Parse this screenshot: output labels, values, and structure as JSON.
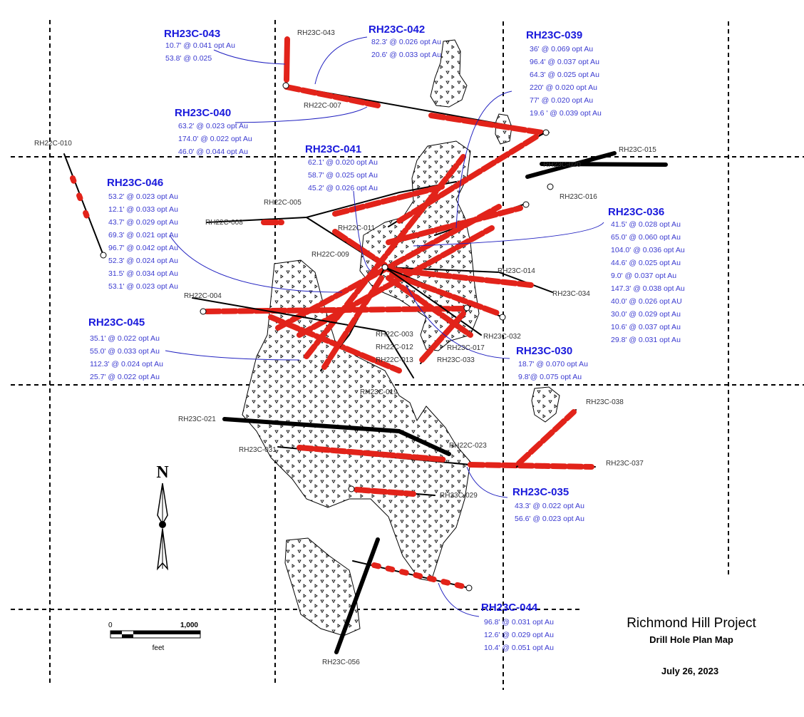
{
  "title": {
    "project": "Richmond Hill Project",
    "subtitle": "Drill Hole Plan Map",
    "date": "July 26, 2023"
  },
  "north_arrow": {
    "label": "N"
  },
  "scale_bar": {
    "start": "0",
    "end": "1,000",
    "unit": "feet"
  },
  "colors": {
    "intercept": "#e2231a",
    "callout": "#1a1adc",
    "trace": "#000000"
  },
  "callouts": {
    "c043": {
      "hole": "RH23C-043",
      "lines": [
        "10.7' @ 0.041 opt Au",
        "53.8' @ 0.025"
      ]
    },
    "c042": {
      "hole": "RH23C-042",
      "lines": [
        "82.3' @ 0.026 opt Au",
        "20.6' @ 0.033 opt Au"
      ]
    },
    "c039": {
      "hole": "RH23C-039",
      "lines": [
        "36' @ 0.069 opt Au",
        "96.4' @ 0.037 opt Au",
        "64.3' @ 0.025 opt Au",
        "220' @ 0.020 opt Au",
        "77' @ 0.020 opt Au",
        "19.6 ' @ 0.039 opt Au"
      ]
    },
    "c040": {
      "hole": "RH23C-040",
      "lines": [
        "63.2' @ 0.023 opt Au",
        "174.0' @ 0.022 opt Au",
        "46.0' @ 0.044 opt Au"
      ]
    },
    "c041": {
      "hole": "RH23C-041",
      "lines": [
        "62.1' @ 0.020 opt Au",
        "58.7' @ 0.025 opt Au",
        "45.2' @ 0.026 opt Au"
      ]
    },
    "c046": {
      "hole": "RH23C-046",
      "lines": [
        "53.2' @ 0.023 opt Au",
        "12.1' @ 0.033 opt Au",
        "43.7' @ 0.029 opt Au",
        "69.3' @ 0.021 opt Au",
        "96.7' @ 0.042 opt Au",
        "52.3' @ 0.024 opt Au",
        "31.5' @ 0.034 opt Au",
        "53.1' @ 0.023 opt Au"
      ]
    },
    "c045": {
      "hole": "RH23C-045",
      "lines": [
        "35.1' @ 0.022 opt Au",
        "55.0' @ 0.033 opt Au",
        "112.3' @ 0.024 opt Au",
        "25.7' @ 0.022 opt Au"
      ]
    },
    "c036": {
      "hole": "RH23C-036",
      "lines": [
        "41.5' @ 0.028 opt Au",
        "65.0' @ 0.060 opt Au",
        "104.0' @ 0.036 opt Au",
        "44.6' @ 0.025 opt Au",
        "9.0' @ 0.037 opt Au",
        "147.3' @ 0.038 opt Au",
        "40.0' @ 0.026 opt AU",
        "30.0' @ 0.029 opt Au",
        "10.6' @ 0.037 opt Au",
        "29.8' @ 0.031 opt Au"
      ]
    },
    "c030": {
      "hole": "RH23C-030",
      "lines": [
        "18.7' @ 0.070 opt Au",
        "9.8'@ 0.075 opt Au"
      ]
    },
    "c035": {
      "hole": "RH23C-035",
      "lines": [
        "43.3' @ 0.022 opt Au",
        "56.6' @ 0.023 opt Au"
      ]
    },
    "c044": {
      "hole": "RH23C-044",
      "lines": [
        "96.8' @ 0.031 opt Au",
        "12.6' @ 0.029 opt Au",
        "10.4' @ 0.051 opt Au"
      ]
    }
  },
  "hole_labels": {
    "h043": "RH23C-043",
    "h007": "RH22C-007",
    "h010": "RH22C-010",
    "h015": "RH23C-015",
    "h020": "RH23C-020",
    "h016": "RH23C-016",
    "h005": "RH22C-005",
    "h008": "RH22C-008",
    "h011": "RH22C-011",
    "h009": "RH22C-009",
    "h014": "RH23C-014",
    "h034": "RH23C-034",
    "h004": "RH22C-004",
    "h003": "RH22C-003",
    "h012": "RH22C-012",
    "h013": "RH22C-013",
    "h032": "RH23C-032",
    "h017": "RH23C-017",
    "h033": "RH23C-033",
    "h019": "RH23C-019",
    "h021": "RH23C-021",
    "h031": "RH23C-031",
    "h023": "RH22C-023",
    "h029": "RH23C-029",
    "h038": "RH23C-038",
    "h037": "RH23C-037",
    "h056": "RH23C-056"
  }
}
